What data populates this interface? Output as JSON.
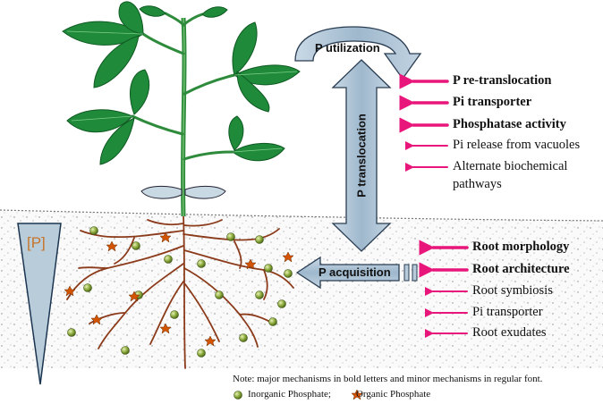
{
  "top_arrow_label": "P utilization",
  "vertical_arrow_label": "P translocation",
  "left_arrow_label": "P acquisition",
  "soil_p_label": "[P]",
  "utilization_mechanisms": [
    {
      "label": "P re-translocation",
      "weight": "bold"
    },
    {
      "label": "Pi transporter",
      "weight": "bold"
    },
    {
      "label": "Phosphatase activity",
      "weight": "bold"
    },
    {
      "label": "Pi release from vacuoles",
      "weight": "regular"
    },
    {
      "label": "Alternate biochemical",
      "weight": "regular"
    },
    {
      "label": "pathways",
      "weight": "regular"
    }
  ],
  "acquisition_mechanisms": [
    {
      "label": "Root morphology",
      "weight": "bold"
    },
    {
      "label": "Root architecture",
      "weight": "bold"
    },
    {
      "label": "Root symbiosis",
      "weight": "regular"
    },
    {
      "label": "Pi transporter",
      "weight": "regular"
    },
    {
      "label": "Root exudates",
      "weight": "regular"
    }
  ],
  "note": "Note: major mechanisms in bold letters and minor mechanisms in regular font.",
  "legend": {
    "inorganic": "Inorganic Phosphate;",
    "organic": "Organic Phosphate"
  },
  "colors": {
    "arrow_pink": "#e8157a",
    "leaf_green": "#1f8a3a",
    "stem_green": "#2e8b3c",
    "root_brown": "#8b3a1a",
    "big_arrow_fill": "#a9c1d6",
    "inorganic_p": "#8aa83a",
    "organic_p": "#c0392b"
  }
}
